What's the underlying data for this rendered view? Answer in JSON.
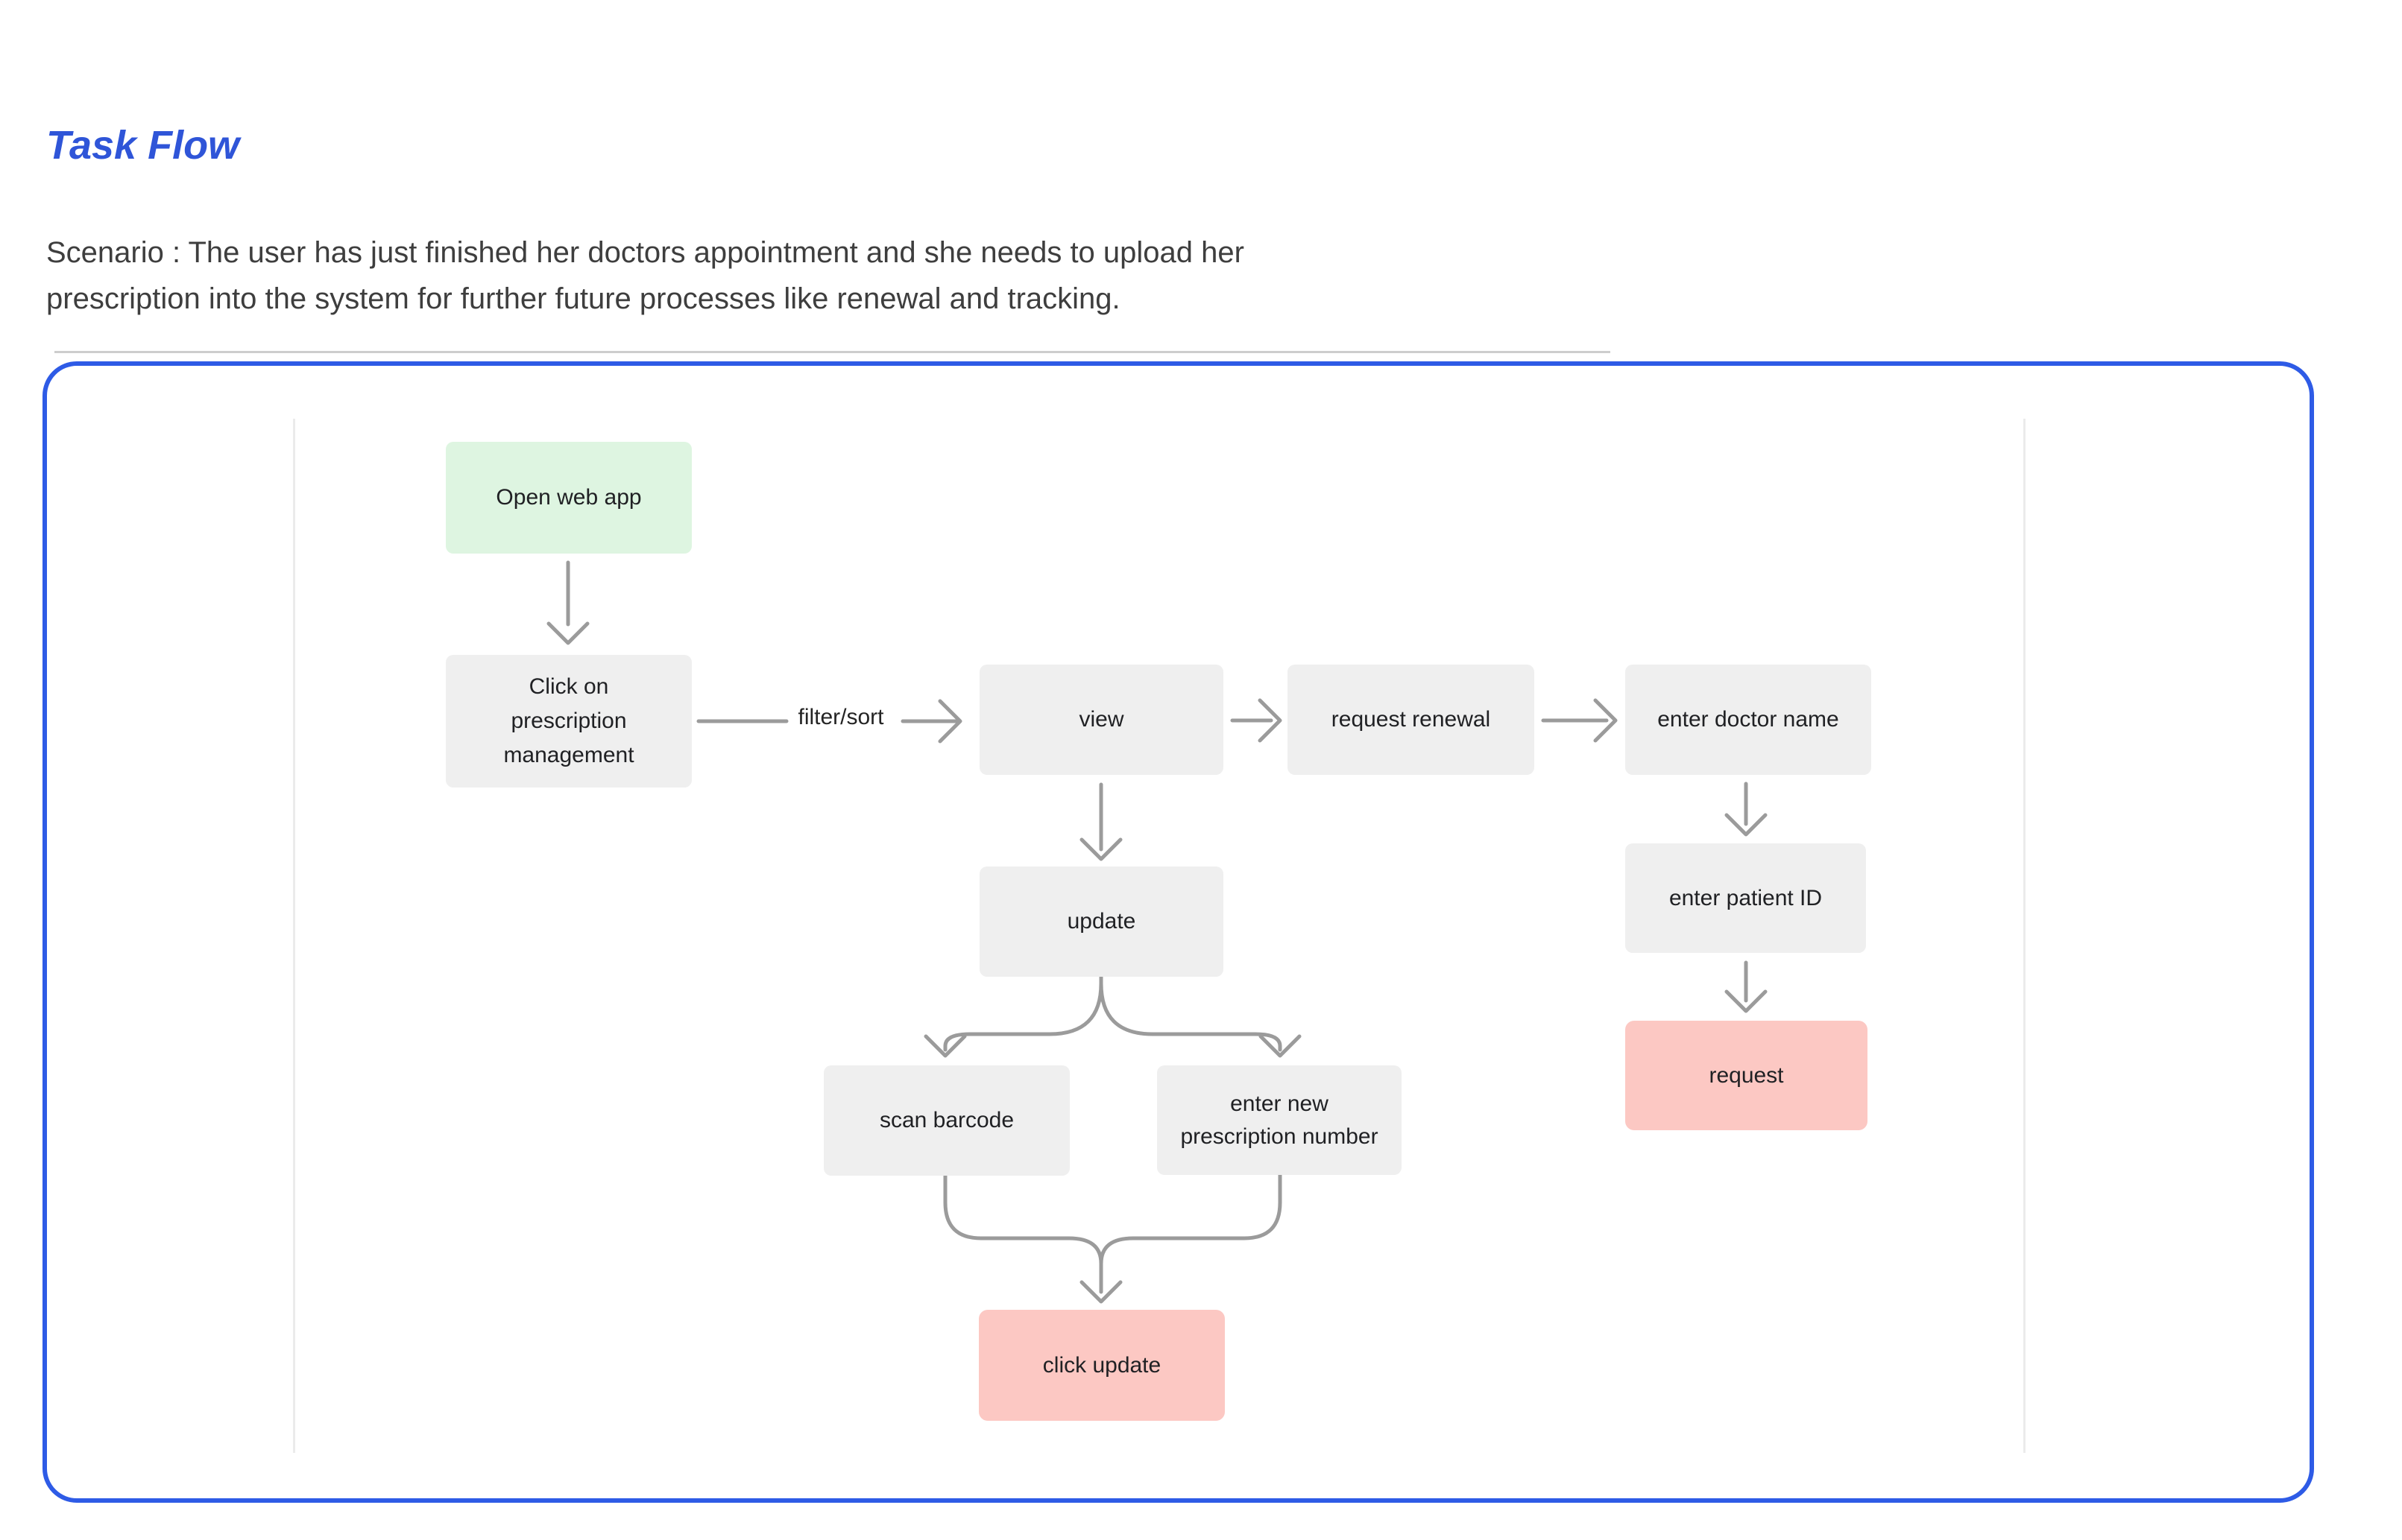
{
  "page": {
    "title": "Task Flow",
    "scenario_line1": "Scenario : The user has just finished her doctors appointment and she needs to upload her",
    "scenario_line2": "prescription into the system for further future processes like renewal and tracking."
  },
  "colors": {
    "title_blue": "#2f55d8",
    "container_border_blue": "#2e5be6",
    "node_green": "#def5e1",
    "node_gray": "#efefef",
    "node_pink": "#fcc8c3",
    "arrow_gray": "#9b9b9b",
    "node_text": "#202124",
    "body_text": "#3e3e3e"
  },
  "flowchart": {
    "nodes": [
      {
        "id": "open-web-app",
        "label": "Open web app",
        "style": "green"
      },
      {
        "id": "click-prescription-management",
        "label": "Click on prescription management",
        "style": "gray"
      },
      {
        "id": "view",
        "label": "view",
        "style": "gray"
      },
      {
        "id": "request-renewal",
        "label": "request renewal",
        "style": "gray"
      },
      {
        "id": "enter-doctor-name",
        "label": "enter doctor name",
        "style": "gray"
      },
      {
        "id": "enter-patient-id",
        "label": "enter patient ID",
        "style": "gray"
      },
      {
        "id": "request",
        "label": "request",
        "style": "pink"
      },
      {
        "id": "update",
        "label": "update",
        "style": "gray"
      },
      {
        "id": "scan-barcode",
        "label": "scan barcode",
        "style": "gray"
      },
      {
        "id": "enter-new-prescription-number",
        "label": "enter new prescription number",
        "style": "gray"
      },
      {
        "id": "click-update",
        "label": "click update",
        "style": "pink"
      }
    ],
    "edge_label": "filter/sort"
  }
}
